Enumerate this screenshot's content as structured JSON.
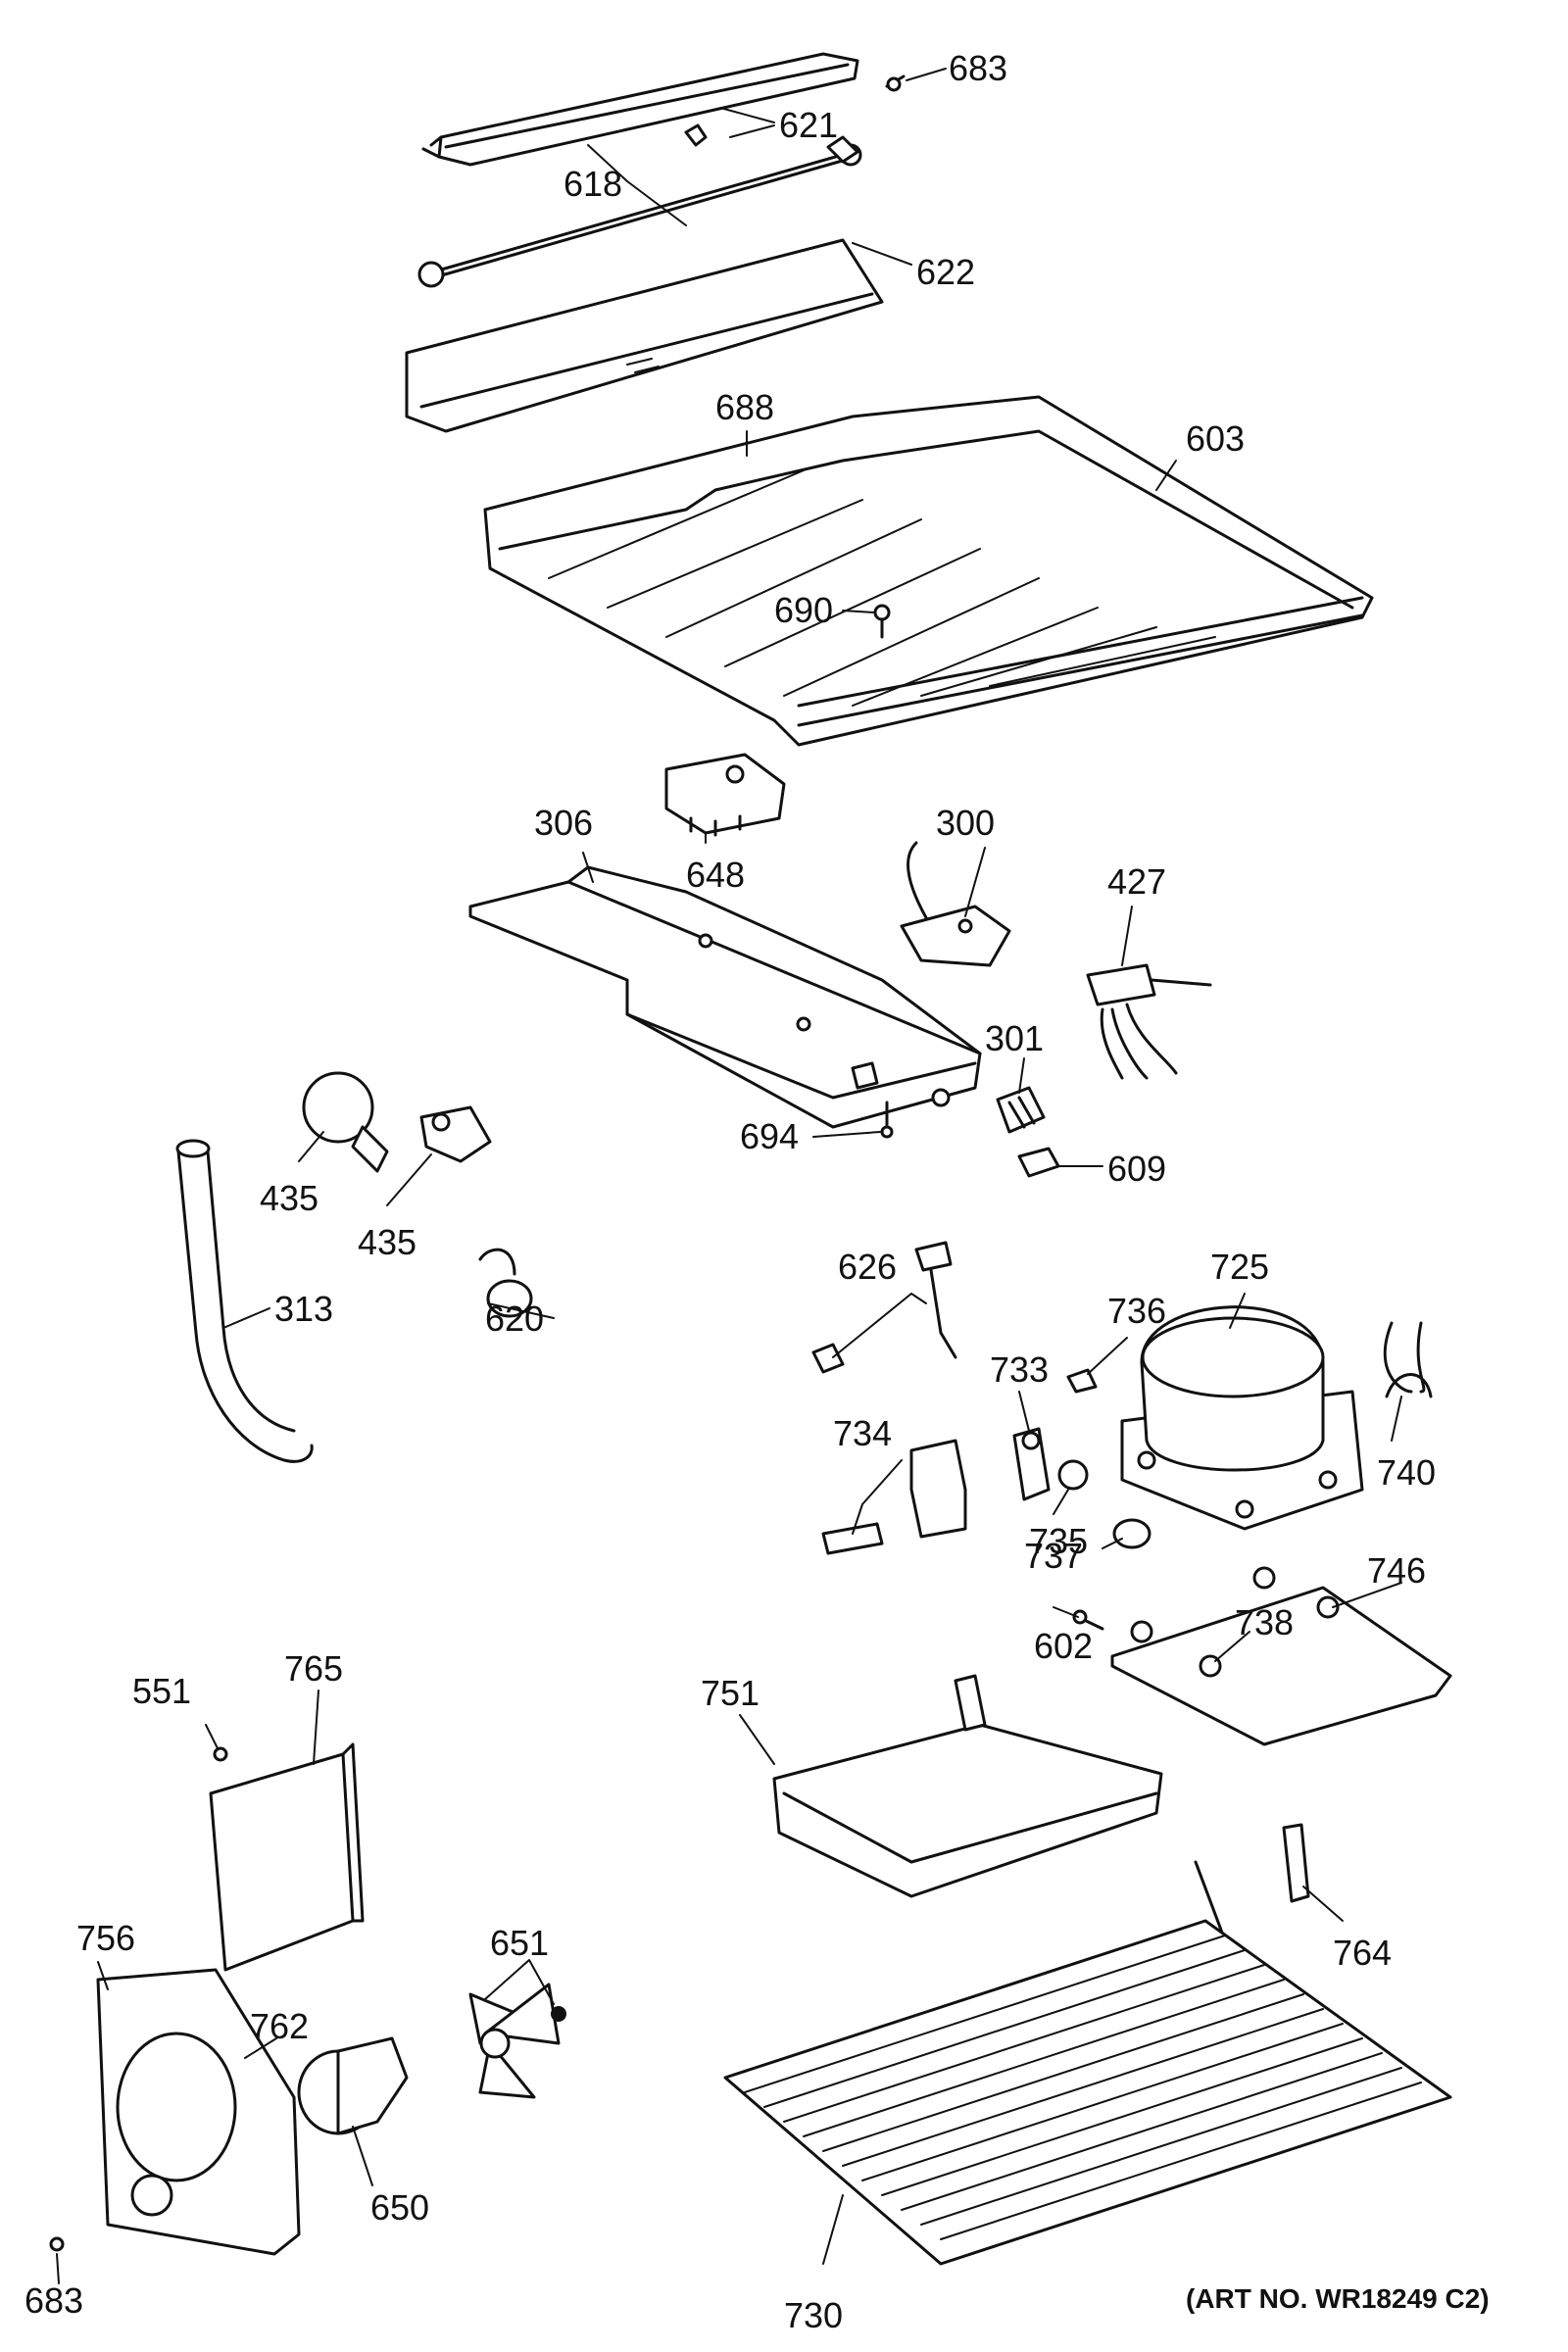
{
  "callouts": {
    "c683a": "683",
    "c621": "621",
    "c618": "618",
    "c622": "622",
    "c688": "688",
    "c603": "603",
    "c690": "690",
    "c306": "306",
    "c648": "648",
    "c300": "300",
    "c427": "427",
    "c301": "301",
    "c694": "694",
    "c609": "609",
    "c435a": "435",
    "c435b": "435",
    "c313": "313",
    "c620": "620",
    "c626": "626",
    "c725": "725",
    "c736": "736",
    "c733": "733",
    "c740": "740",
    "c734": "734",
    "c735": "735",
    "c737": "737",
    "c746": "746",
    "c738": "738",
    "c602": "602",
    "c551": "551",
    "c765": "765",
    "c751": "751",
    "c756": "756",
    "c762": "762",
    "c651": "651",
    "c764": "764",
    "c650": "650",
    "c683b": "683",
    "c730": "730"
  },
  "art_number": "(ART NO. WR18249 C2)"
}
